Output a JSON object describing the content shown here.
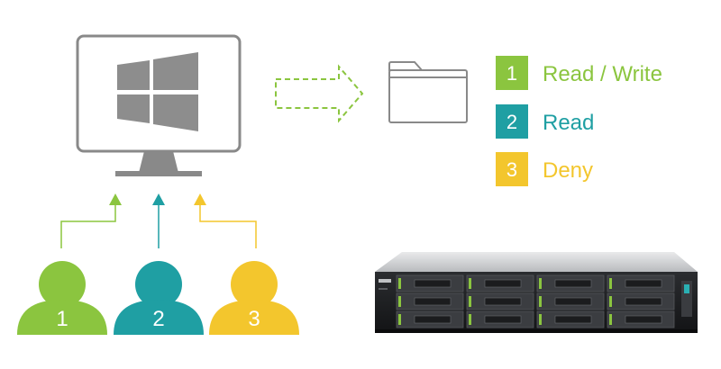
{
  "colors": {
    "green": "#8bc53f",
    "teal": "#1f9fa3",
    "yellow": "#f3c62d",
    "gray": "#898989",
    "windows_logo": "#8d8d8d"
  },
  "icons": {
    "monitor": "monitor-icon",
    "windows": "windows-logo-icon",
    "arrow": "dashed-arrow-icon",
    "folder": "folder-icon",
    "user": "user-icon",
    "server": "nas-server-icon"
  },
  "permissions": [
    {
      "number": "1",
      "label": "Read / Write",
      "color": "#8bc53f"
    },
    {
      "number": "2",
      "label": "Read",
      "color": "#1f9fa3"
    },
    {
      "number": "3",
      "label": "Deny",
      "color": "#f3c62d"
    }
  ],
  "users": [
    {
      "number": "1",
      "color": "#8bc53f"
    },
    {
      "number": "2",
      "color": "#1f9fa3"
    },
    {
      "number": "3",
      "color": "#f3c62d"
    }
  ]
}
